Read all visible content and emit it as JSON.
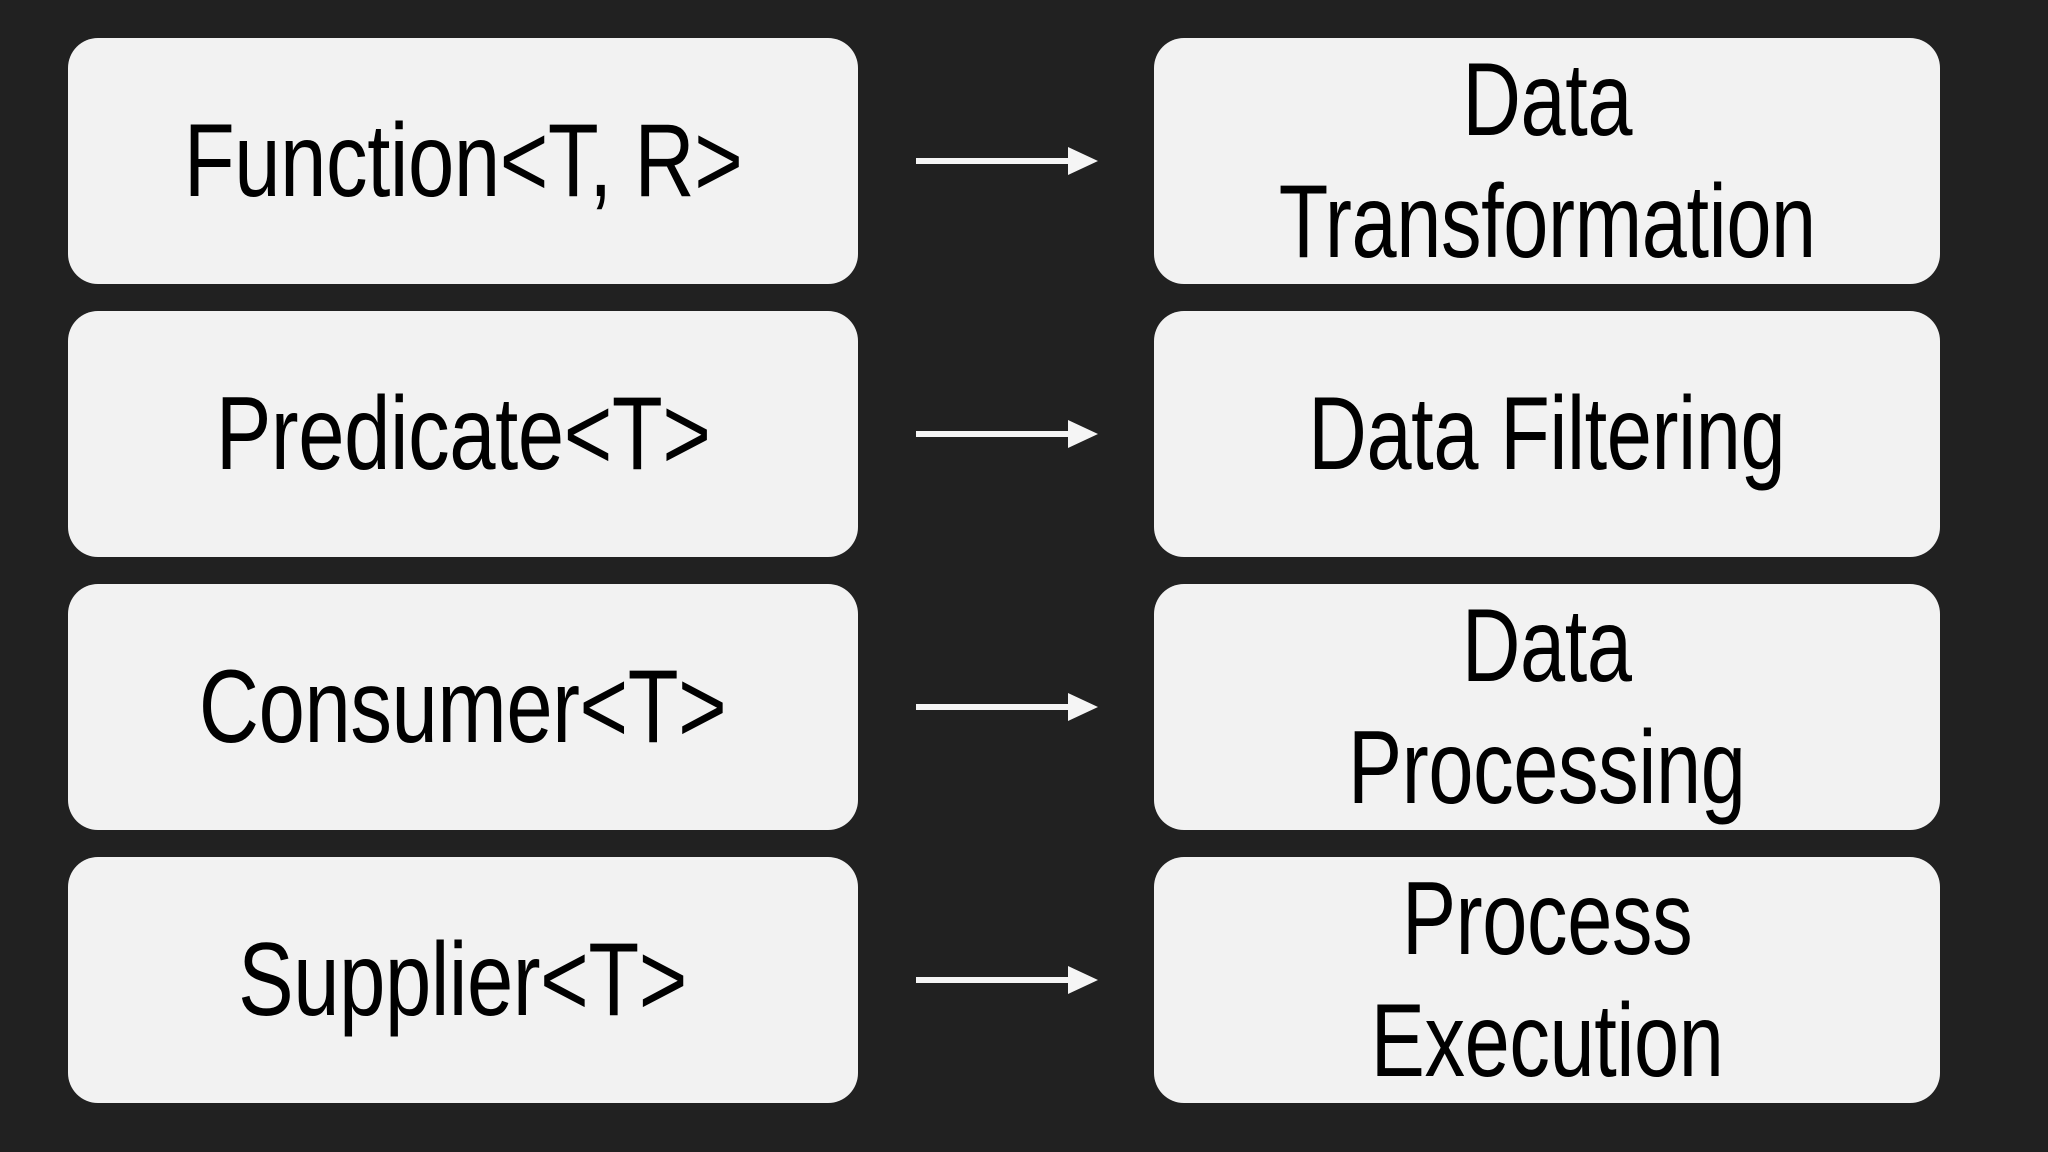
{
  "diagram": {
    "type": "mapping-diagram",
    "background_color": "#212121",
    "node_fill_color": "#f2f2f2",
    "node_text_color": "#000000",
    "arrow_color": "#f5f5f5",
    "rows": [
      {
        "source": "Function<T, R>",
        "target": "Data\nTransformation",
        "connector": "arrow-right-icon"
      },
      {
        "source": "Predicate<T>",
        "target": "Data Filtering",
        "connector": "arrow-right-icon"
      },
      {
        "source": "Consumer<T>",
        "target": "Data\nProcessing",
        "connector": "arrow-right-icon"
      },
      {
        "source": "Supplier<T>",
        "target": "Process\nExecution",
        "connector": "arrow-right-icon"
      }
    ]
  }
}
